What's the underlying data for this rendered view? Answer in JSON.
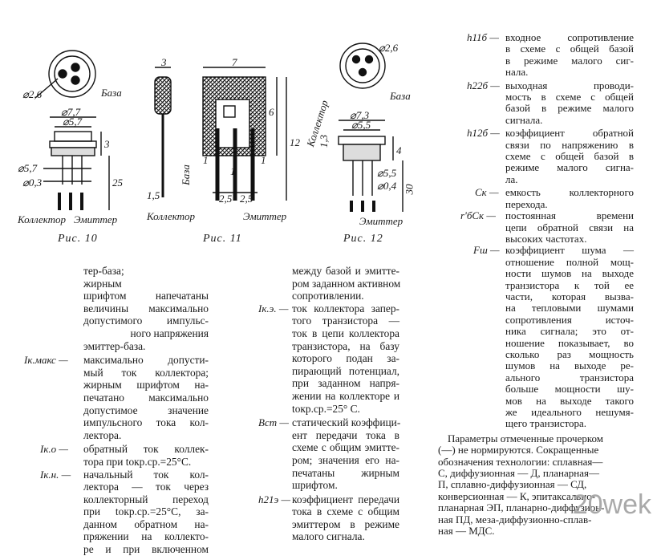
{
  "figures": {
    "fig10": {
      "caption": "Рис. 10",
      "labels": {
        "d26": "⌀2,6",
        "base": "База",
        "d77": "⌀7,7",
        "d57": "⌀5,7",
        "h3": "3",
        "d57b": "⌀5,7",
        "d03": "⌀0,3",
        "l25": "25",
        "collector": "Коллектор",
        "emitter": "Эмиттер"
      }
    },
    "fig11": {
      "caption": "Рис. 11",
      "labels": {
        "w3": "3",
        "w7": "7",
        "h6": "6",
        "h12": "12",
        "base": "База",
        "t1a": "1",
        "t1b": "1",
        "t1c": "1",
        "t15": "1,5",
        "s25a": "2,5",
        "s25b": "2,5",
        "collector": "Коллектор",
        "emitter": "Эмиттер"
      }
    },
    "fig12": {
      "caption": "Рис. 12",
      "labels": {
        "d26": "⌀2,6",
        "collector": "Коллектор",
        "base": "База",
        "d73": "⌀7,3",
        "d55": "⌀5,5",
        "h13": "1,3",
        "h4": "4",
        "d55b": "⌀5,5",
        "d04": "⌀0,4",
        "l30": "30",
        "emitter": "Эмиттер"
      }
    }
  },
  "col1": {
    "intro": [
      "тер-база;",
      "жирным",
      "шрифтом напечатаны",
      "величины максимально",
      "допустимого импульс-",
      "ного напряжения",
      "эмиттер-база."
    ],
    "entries": [
      {
        "term": "Iк.макс —",
        "lines": [
          "максимально допусти-",
          "мый ток коллектора;",
          "жирным шрифтом на-",
          "печатано максимально",
          "допустимое значение",
          "импульсного тока кол-",
          "лектора."
        ]
      },
      {
        "term": "Iк.о —",
        "lines": [
          "обратный ток коллек-",
          "тора при tокр.ср.=25°С."
        ]
      },
      {
        "term": "Iк.н. —",
        "lines": [
          "начальный ток кол-",
          "лектора — ток через",
          "коллекторный переход",
          "при tокр.ср.=25°С, за-",
          "данном обратном на-",
          "пряжении на коллекто-",
          "ре и при включенном"
        ]
      }
    ]
  },
  "col2": {
    "intro": [
      "между базой и эмитте-",
      "ром заданном активном",
      "сопротивлении."
    ],
    "entries": [
      {
        "term": "Iк.э. —",
        "lines": [
          "ток коллектора запер-",
          "того транзистора —",
          "ток в цепи коллектора",
          "транзистора, на базу",
          "которого подан за-",
          "пирающий потенциал,",
          "при заданном напря-",
          "жении на коллекторе и",
          "tокр.ср.=25° С."
        ]
      },
      {
        "term": "Bст —",
        "lines": [
          "статический коэффици-",
          "ент передачи тока в",
          "схеме с общим эмитте-",
          "ром; значения его на-",
          "печатаны жирным",
          "шрифтом."
        ]
      },
      {
        "term": "h21э —",
        "lines": [
          "коэффициент передачи",
          "тока в схеме с общим",
          "эмиттером в режиме",
          "малого сигнала."
        ]
      }
    ]
  },
  "col3": {
    "entries": [
      {
        "term": "h11б —",
        "lines": [
          "входное сопротивление",
          "в схеме с общей базой",
          "в режиме малого сиг-",
          "нала."
        ]
      },
      {
        "term": "h22б —",
        "lines": [
          "выходная проводи-",
          "мость в схеме с общей",
          "базой в режиме малого",
          "сигнала."
        ]
      },
      {
        "term": "h12б —",
        "lines": [
          "коэффициент обратной",
          "связи по напряжению в",
          "схеме с общей базой в",
          "режиме малого сигна-",
          "ла."
        ]
      },
      {
        "term": "Cк —",
        "lines": [
          "емкость коллекторного",
          "перехода."
        ]
      },
      {
        "term": "r'бCк —",
        "lines": [
          "постоянная времени",
          "цепи обратной связи на",
          "высоких частотах."
        ]
      },
      {
        "term": "Fш —",
        "lines": [
          "коэффициент шума —",
          "отношение полной мощ-",
          "ности шумов на выходе",
          "транзистора к той ее",
          "части, которая вызва-",
          "на тепловыми шумами",
          "сопротивления источ-",
          "ника сигнала; это от-",
          "ношение показывает, во",
          "сколько раз мощность",
          "шумов на выходе ре-",
          "ального транзистора",
          "больше мощности шу-",
          "мов на выходе такого",
          "же идеального нешумя-",
          "щего транзистора."
        ]
      }
    ],
    "footer": [
      "Параметры отмеченные прочерком",
      "(—) не нормируются. Сокращенные",
      "обозначения технологии: сплавная—",
      "С, диффузионная — Д, планарная—",
      "П, сплавно-диффузионная — СД,",
      "конверсионная — К, эпитаксально-",
      "планарная ЭП, планарно-диффузион-",
      "ная ПД, меза-диффузионно-сплав-",
      "ная — МДС."
    ]
  },
  "watermark": "20wek"
}
